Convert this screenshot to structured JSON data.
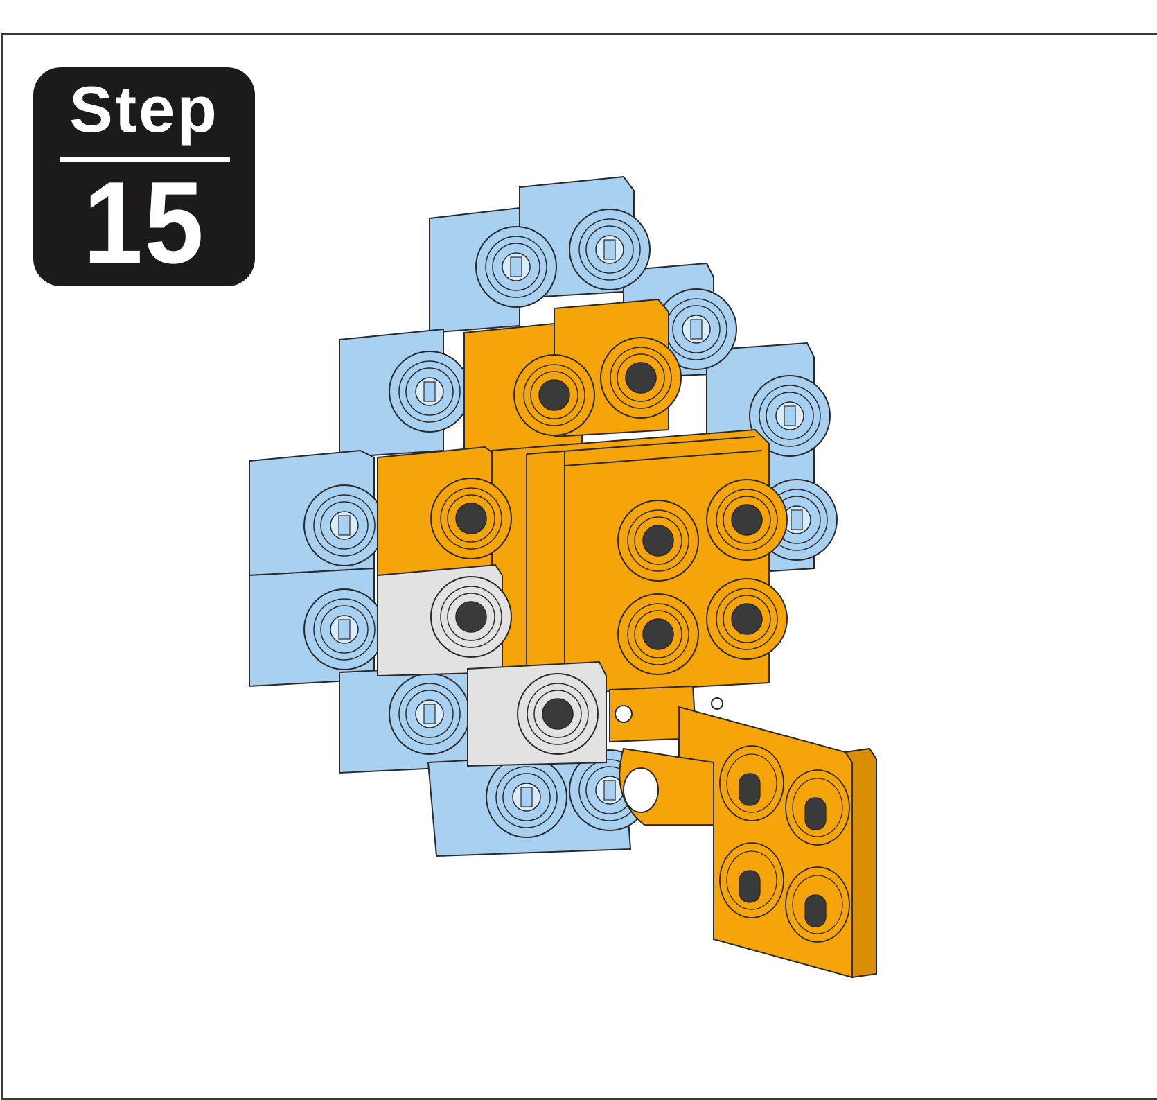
{
  "step": {
    "label": "Step",
    "number": "15"
  },
  "colors": {
    "blue_brick": "#a8d0f0",
    "orange_brick": "#f5a50a",
    "gray_brick": "#e2e2e2",
    "outline": "#2a2a2a",
    "hole": "#3a3a3a",
    "badge": "#1c1a1b"
  },
  "illustration": {
    "description_icon": "assembled-brick-model"
  }
}
